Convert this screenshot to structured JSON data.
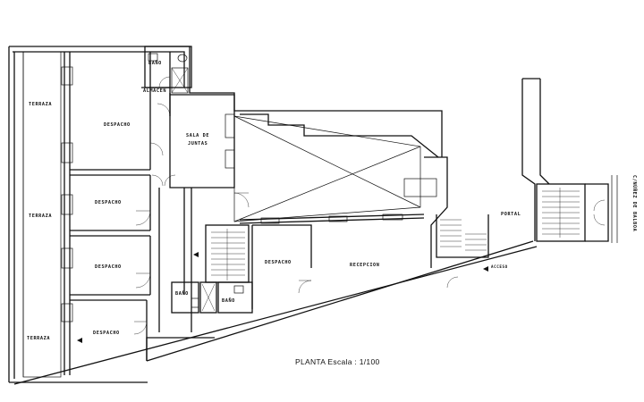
{
  "title": "PLANTA   Escala : 1/100",
  "rooms": {
    "terraza_top": "TERRAZA",
    "terraza_mid": "TERRAZA",
    "terraza_bottom": "TERRAZA",
    "despacho_main": "DESPACHO",
    "despacho_2": "DESPACHO",
    "despacho_3": "DESPACHO",
    "despacho_4": "DESPACHO",
    "despacho_center": "DESPACHO",
    "bano_top": "BAÑO",
    "almacen": "ALMACEN",
    "sala_juntas_line1": "SALA DE",
    "sala_juntas_line2": "JUNTAS",
    "recepcion": "RECEPCION",
    "portal": "PORTAL",
    "bano_left": "BAÑO",
    "bano_right": "BAÑO",
    "acceso": "ACCESO"
  },
  "street": "C/NÚÑEZ DE BALBOA",
  "colors": {
    "line": "#111111",
    "background": "#ffffff"
  }
}
